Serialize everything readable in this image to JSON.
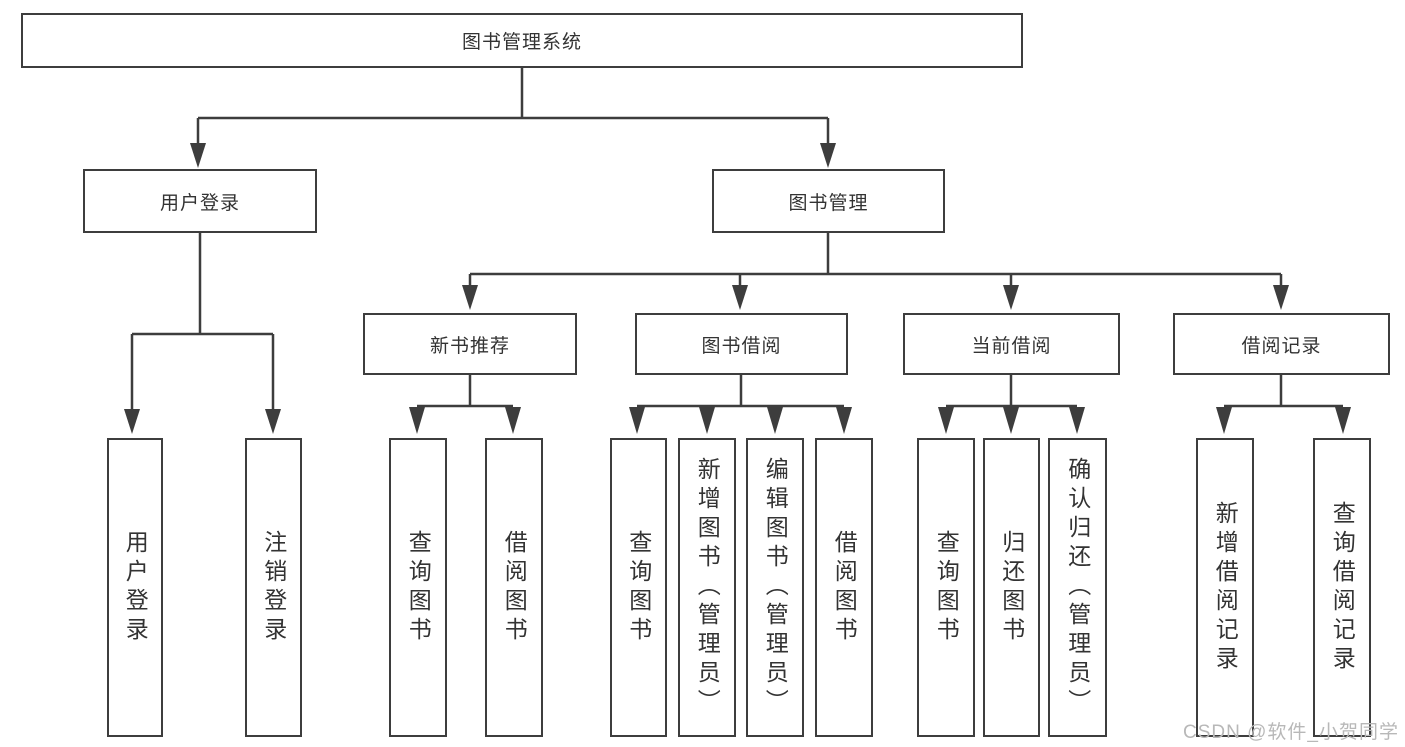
{
  "tree": {
    "label": "图书管理系统",
    "children": [
      {
        "label": "用户登录",
        "children": [
          {
            "label": "用户登录"
          },
          {
            "label": "注销登录"
          }
        ]
      },
      {
        "label": "图书管理",
        "children": [
          {
            "label": "新书推荐",
            "children": [
              {
                "label": "查询图书"
              },
              {
                "label": "借阅图书"
              }
            ]
          },
          {
            "label": "图书借阅",
            "children": [
              {
                "label": "查询图书"
              },
              {
                "label": "新增图书（管理员）"
              },
              {
                "label": "编辑图书（管理员）"
              },
              {
                "label": "借阅图书"
              }
            ]
          },
          {
            "label": "当前借阅",
            "children": [
              {
                "label": "查询图书"
              },
              {
                "label": "归还图书"
              },
              {
                "label": "确认归还（管理员）"
              }
            ]
          },
          {
            "label": "借阅记录",
            "children": [
              {
                "label": "新增借阅记录"
              },
              {
                "label": "查询借阅记录"
              }
            ]
          }
        ]
      }
    ]
  },
  "watermark": "CSDN @软件_小贺同学",
  "colors": {
    "line": "#3d3d3d",
    "text": "#333333",
    "background": "#ffffff",
    "watermark": "#b8b8b8"
  }
}
